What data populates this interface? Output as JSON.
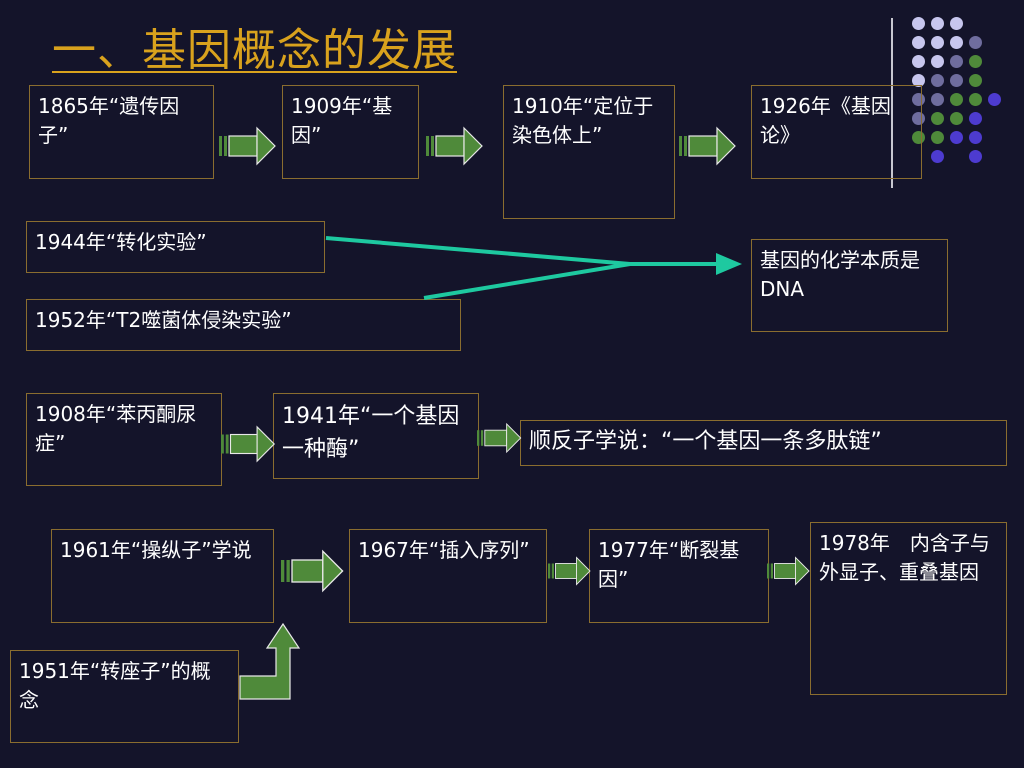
{
  "slide": {
    "title": "一、基因概念的发展"
  },
  "boxes": {
    "b1865": "1865年“遗传因子”",
    "b1909": "1909年“基因”",
    "b1910": "1910年“定位于染色体上”",
    "b1926": "1926年《基因论》",
    "b1944": "1944年“转化实验”",
    "b1952": "1952年“T2噬菌体侵染实验”",
    "bDNA": "基因的化学本质是DNA",
    "b1908": "1908年“苯丙酮尿症”",
    "b1941": "1941年“一个基因一种酶”",
    "bCistron": "顺反子学说：“一个基因一条多肽链”",
    "b1961": "1961年“操纵子”学说",
    "b1967": "1967年“插入序列”",
    "b1977": "1977年“断裂基因”",
    "b1978": "1978年　内含子与外显子、重叠基因",
    "b1951": "1951年“转座子”的概念"
  },
  "colors": {
    "background": "#14142a",
    "title": "#d9a21d",
    "box_border": "#8a6d2f",
    "arrow_green": "#4f8a3a",
    "line_teal": "#1ec9a0"
  },
  "icons": {
    "block_arrow": "right-block-arrow",
    "dot_grid": "decorative-dot-grid"
  }
}
